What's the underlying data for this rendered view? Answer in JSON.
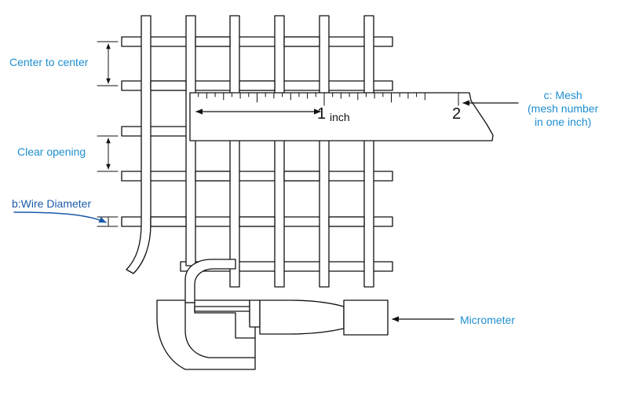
{
  "colors": {
    "ink": "#111111",
    "label": "#1f8fd0",
    "label_dark": "#1a5aa8",
    "background": "#ffffff"
  },
  "labels": {
    "center_to_center": "Center to center",
    "clear_opening": "Clear opening",
    "wire_diameter": "b:Wire Diameter",
    "mesh": "c: Mesh\n(mesh number\nin one inch)",
    "micrometer": "Micrometer"
  },
  "ruler": {
    "mark_1": "1",
    "unit": "inch",
    "mark_2": "2"
  }
}
